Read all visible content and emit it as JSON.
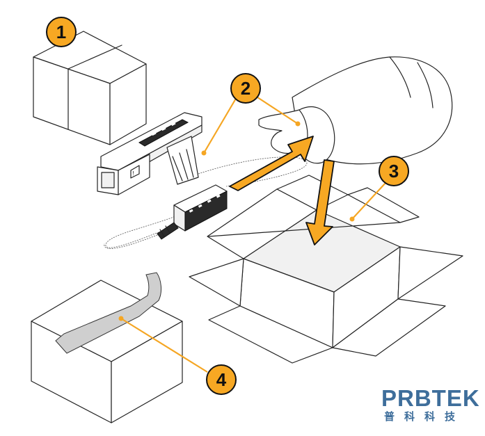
{
  "steps": [
    {
      "number": "1"
    },
    {
      "number": "2"
    },
    {
      "number": "3"
    },
    {
      "number": "4"
    }
  ],
  "brand": {
    "name": "PRBTEK",
    "subtitle": "普科科技"
  },
  "colors": {
    "accent": "#f7a823",
    "brand": "#3e6e9b",
    "outline": "#222222"
  }
}
